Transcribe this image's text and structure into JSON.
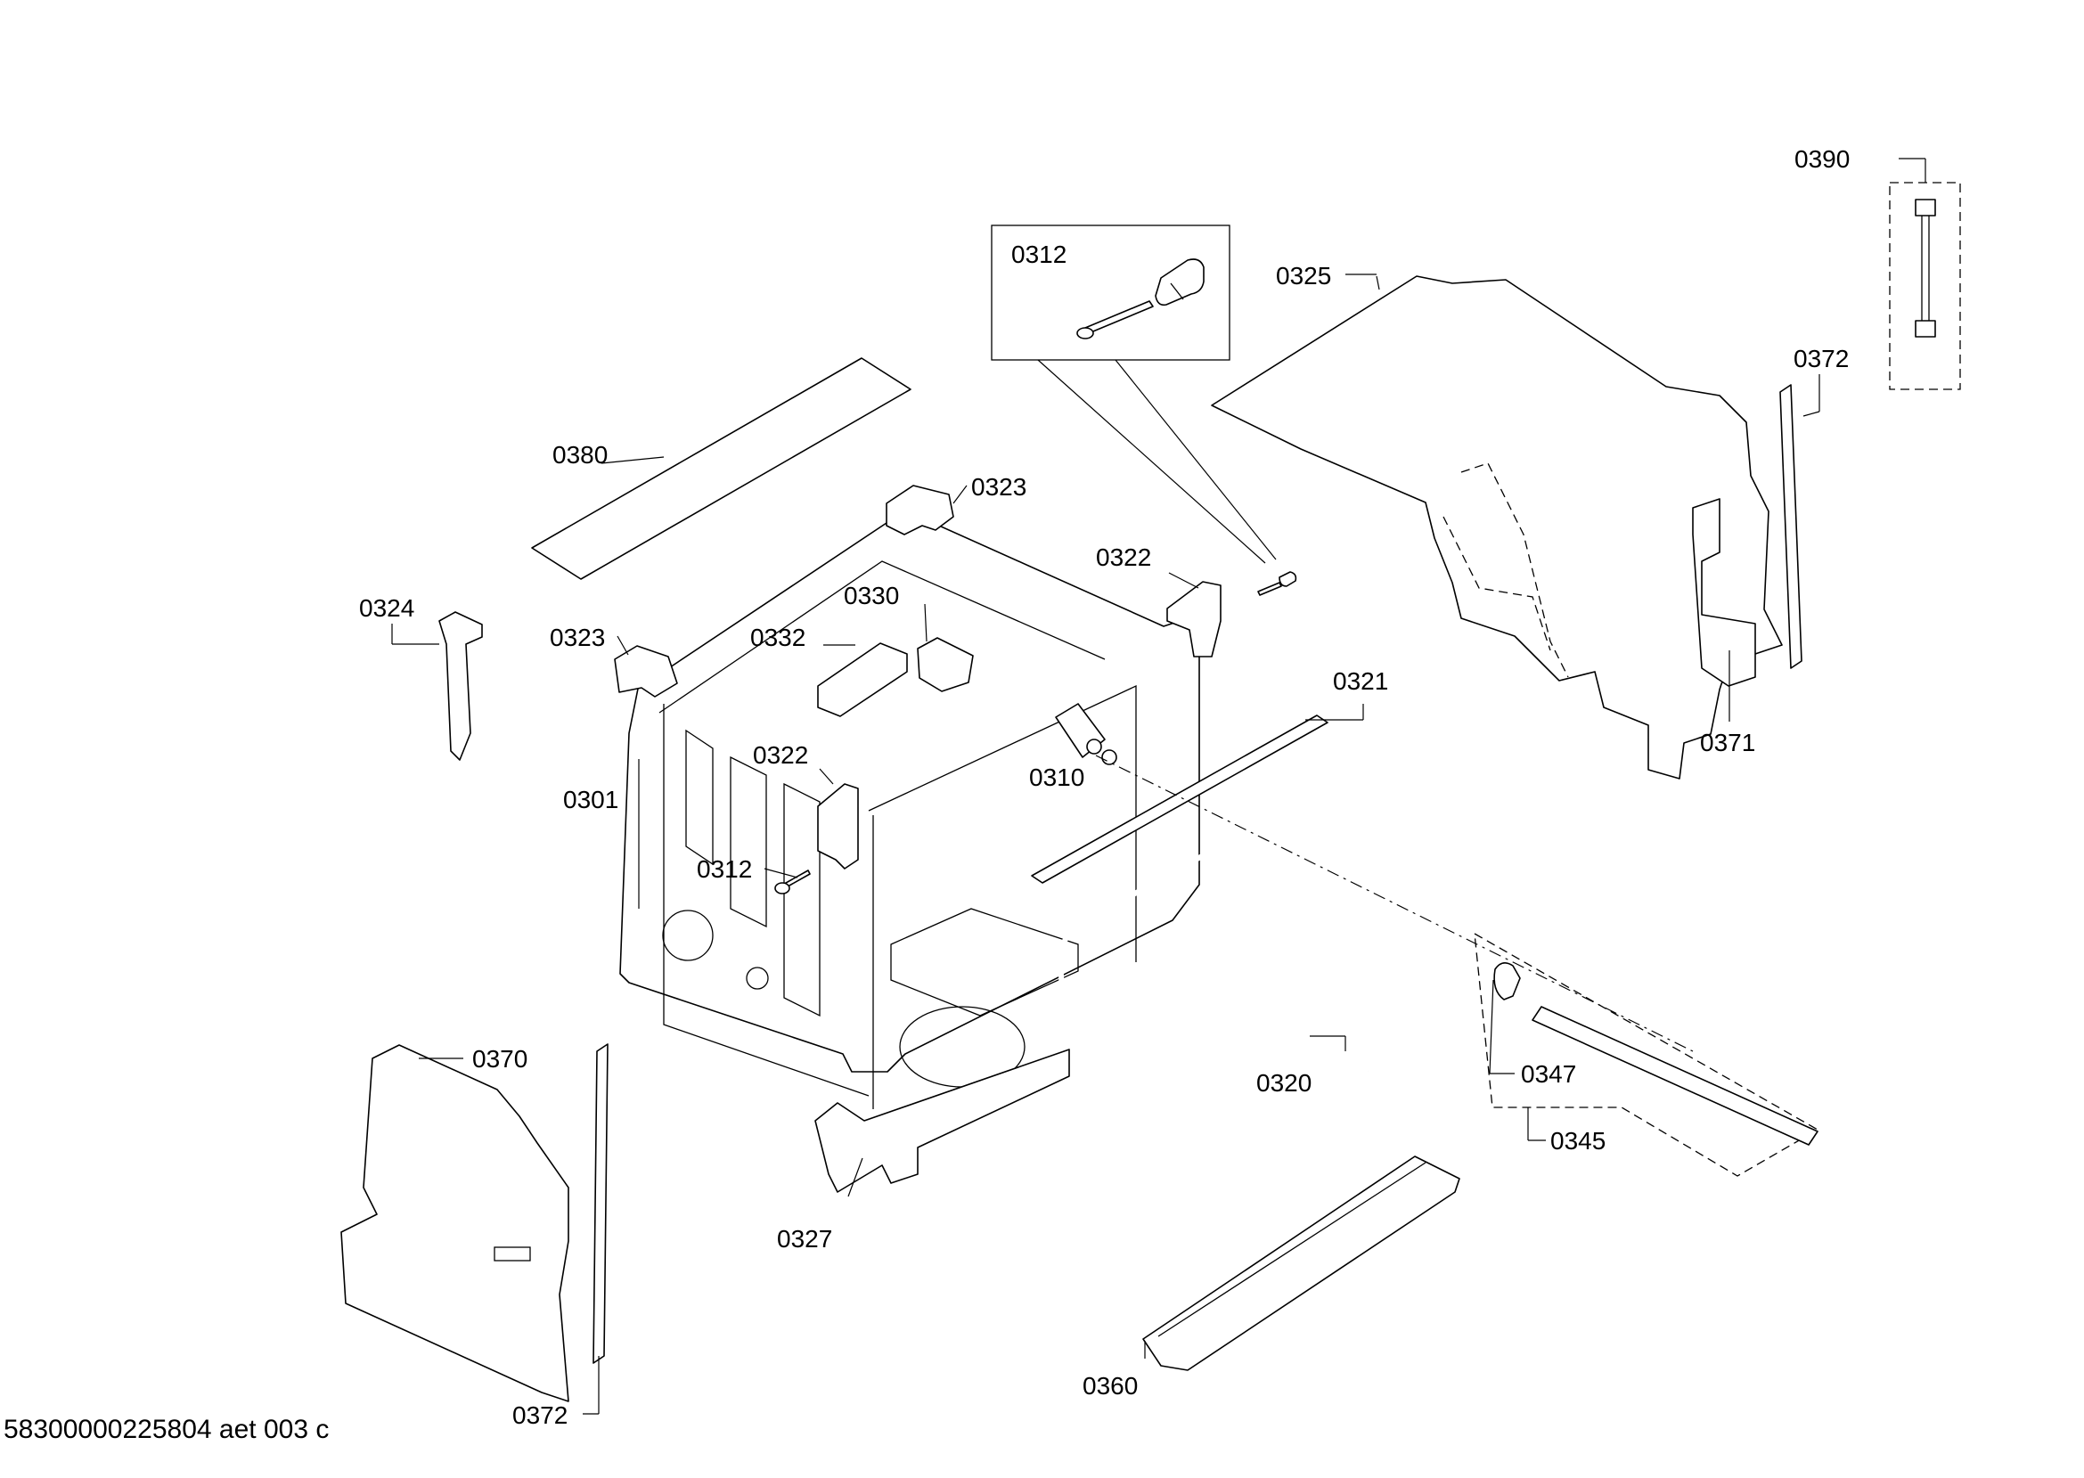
{
  "diagram": {
    "document_id": "58300000225804 aet 003 c",
    "labels": {
      "l0390": "0390",
      "l0312_top": "0312",
      "l0325": "0325",
      "l0372_right": "0372",
      "l0380": "0380",
      "l0323_top": "0323",
      "l0322_top": "0322",
      "l0324": "0324",
      "l0330": "0330",
      "l0323_left": "0323",
      "l0332": "0332",
      "l0321": "0321",
      "l0371": "0371",
      "l0322_mid": "0322",
      "l0310": "0310",
      "l0301": "0301",
      "l0312_mid": "0312",
      "l0370": "0370",
      "l0347": "0347",
      "l0320": "0320",
      "l0345": "0345",
      "l0327": "0327",
      "l0360": "0360",
      "l0372_left": "0372"
    }
  }
}
